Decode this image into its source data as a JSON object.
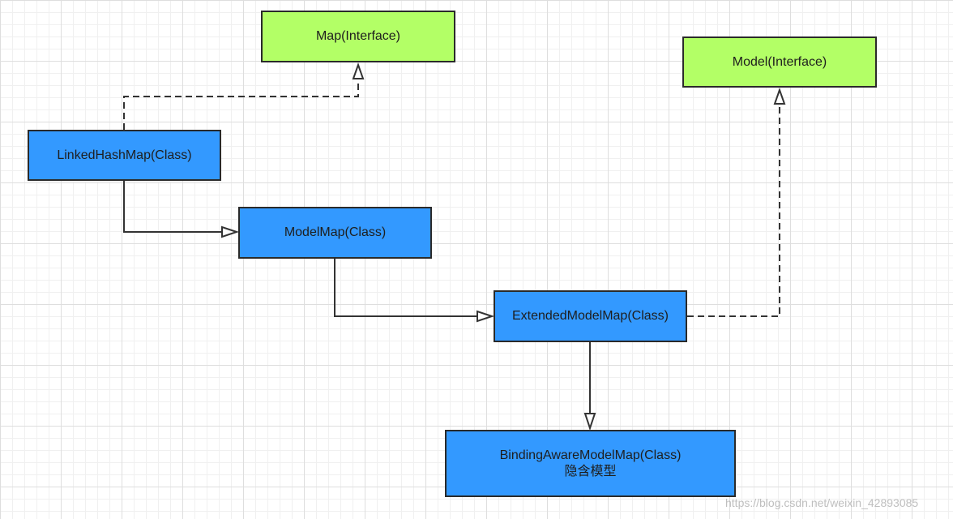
{
  "nodes": {
    "map": {
      "label": "Map(Interface)",
      "kind": "interface"
    },
    "model": {
      "label": "Model(Interface)",
      "kind": "interface"
    },
    "linked_hash_map": {
      "label": "LinkedHashMap(Class)",
      "kind": "class"
    },
    "model_map": {
      "label": "ModelMap(Class)",
      "kind": "class"
    },
    "extended_model_map": {
      "label": "ExtendedModelMap(Class)",
      "kind": "class"
    },
    "binding_aware_model_map": {
      "label": "BindingAwareModelMap(Class)",
      "sublabel": "隐含模型",
      "kind": "class"
    }
  },
  "edges": [
    {
      "from": "linked_hash_map",
      "to": "map",
      "style": "dashed",
      "arrow": "hollow-triangle"
    },
    {
      "from": "linked_hash_map",
      "to": "model_map",
      "style": "solid",
      "arrow": "hollow-triangle"
    },
    {
      "from": "model_map",
      "to": "extended_model_map",
      "style": "solid",
      "arrow": "hollow-triangle"
    },
    {
      "from": "extended_model_map",
      "to": "model",
      "style": "dashed",
      "arrow": "hollow-triangle"
    },
    {
      "from": "extended_model_map",
      "to": "binding_aware_model_map",
      "style": "solid",
      "arrow": "hollow-triangle"
    }
  ],
  "colors": {
    "interface_fill": "#b3ff66",
    "class_fill": "#3399ff",
    "border": "#2a2a2a",
    "edge": "#333333"
  },
  "watermark": "https://blog.csdn.net/weixin_42893085"
}
